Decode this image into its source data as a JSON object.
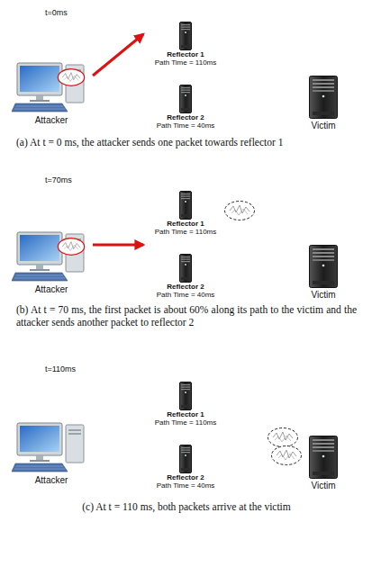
{
  "diagram": {
    "nodes": [
      {
        "text": [
          "Reflector 1",
          "Path Time = 110ms"
        ]
      },
      {
        "text": [
          "Attacker"
        ]
      },
      {
        "text": [
          "Reflector 2",
          "Path Time = 40ms"
        ]
      },
      {
        "text": [
          "Victim"
        ]
      },
      {
        "text": [
          "Reflector 1",
          "Path Time = 110ms"
        ]
      },
      {
        "text": [
          "Attacker"
        ]
      },
      {
        "text": [
          "Reflector 2",
          "Path Time = 40ms"
        ]
      },
      {
        "text": [
          "Victim"
        ]
      },
      {
        "text": [
          "Reflector 1",
          "Path Time = 110ms"
        ]
      },
      {
        "text": [
          "Attacker"
        ]
      },
      {
        "text": [
          "Reflector 2",
          "Path Time = 40ms"
        ]
      },
      {
        "text": [
          "Victim"
        ]
      }
    ],
    "edges": [
      {
        "from": 1,
        "to": 0,
        "arrow": "to"
      },
      {
        "from": 5,
        "to": 6,
        "arrow": "to"
      }
    ],
    "labels": [
      "t=0ms",
      "(a) At t = 0 ms, the attacker sends one packet towards reflector 1",
      "t=70ms",
      "(b) At t = 70 ms, the first packet is about 60% along its path to the victim and the attacker sends another packet to reflector 2",
      "t=110ms",
      "(c) At t = 110 ms, both packets arrive at the victim"
    ]
  }
}
